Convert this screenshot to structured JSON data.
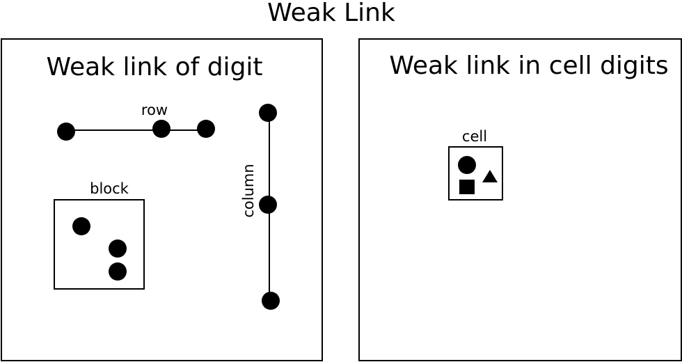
{
  "title": "Weak Link",
  "left_panel": {
    "title": "Weak link of digit",
    "row_label": "row",
    "column_label": "column",
    "block_label": "block"
  },
  "right_panel": {
    "title": "Weak link in cell digits",
    "cell_label": "cell"
  },
  "colors": {
    "ink": "#000000",
    "background": "#ffffff"
  }
}
